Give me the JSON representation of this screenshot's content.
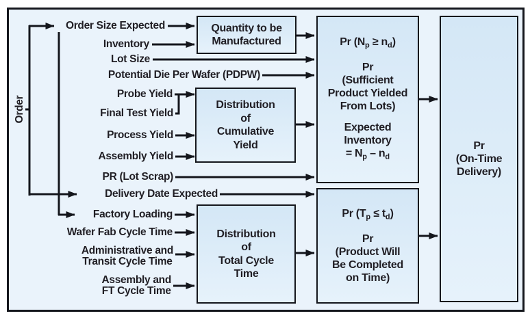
{
  "side_label": "Order",
  "inputs": {
    "order_size": "Order Size Expected",
    "inventory": "Inventory",
    "lot_size": "Lot Size",
    "pdpw": "Potential Die Per Wafer (PDPW)",
    "probe_yield": "Probe Yield",
    "final_test_yield": "Final Test Yield",
    "process_yield": "Process Yield",
    "assembly_yield": "Assembly Yield",
    "pr_lot_scrap": "PR (Lot Scrap)",
    "delivery_date": "Delivery Date Expected",
    "factory_loading": "Factory Loading",
    "wafer_fab_ct": "Wafer Fab Cycle Time",
    "admin_transit_ct": "Administrative and\nTransit Cycle Time",
    "assembly_ft_ct": "Assembly and\nFT Cycle Time"
  },
  "boxes": {
    "quantity": "Quantity to be\nManufactured",
    "cumulative_yield": "Distribution\nof\nCumulative\nYield",
    "total_cycle": "Distribution\nof\nTotal Cycle\nTime",
    "prob_quantity": {
      "formula1": {
        "pre": "Pr (N",
        "sub1": "p",
        "mid": " ≥ n",
        "sub2": "d",
        "post": ")"
      },
      "body": "Pr\n(Sufficient\nProduct Yielded\nFrom Lots)",
      "expected": "Expected\nInventory",
      "formula2": {
        "pre": "= N",
        "sub1": "p",
        "mid": " – n",
        "sub2": "d",
        "post": ""
      }
    },
    "prob_time": {
      "formula": {
        "pre": "Pr (T",
        "sub1": "p",
        "mid": " ≤ t",
        "sub2": "d",
        "post": ")"
      },
      "body": "Pr\n(Product Will\nBe Completed\non Time)"
    },
    "on_time_delivery": "Pr\n(On-Time\nDelivery)"
  },
  "colors": {
    "background": "#ffffff",
    "diagram_bg": "#eaf3fb",
    "box_fill_top": "#d4e7f6",
    "box_fill_bottom": "#e6f2fb",
    "line": "#14161c",
    "text": "#201e24"
  }
}
